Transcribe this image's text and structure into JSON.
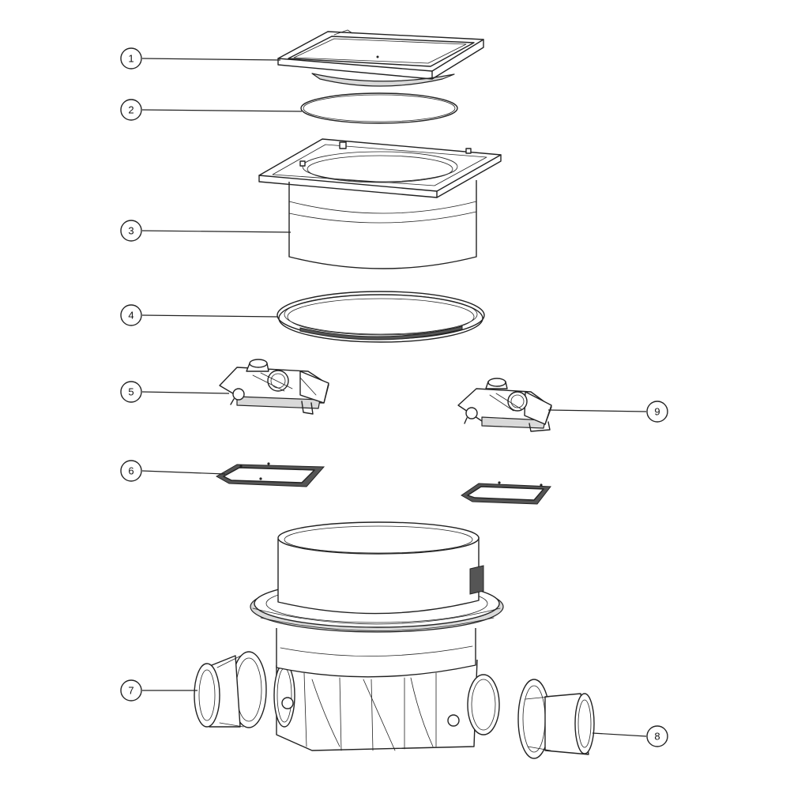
{
  "callouts": [
    {
      "id": "c1",
      "label": "1"
    },
    {
      "id": "c2",
      "label": "2"
    },
    {
      "id": "c3",
      "label": "3"
    },
    {
      "id": "c4",
      "label": "4"
    },
    {
      "id": "c5",
      "label": "5"
    },
    {
      "id": "c6",
      "label": "6"
    },
    {
      "id": "c7",
      "label": "7"
    },
    {
      "id": "c8",
      "label": "8"
    },
    {
      "id": "c9",
      "label": "9"
    }
  ],
  "colors": {
    "ink": "#222222",
    "background": "#ffffff",
    "shade": "#d9d9d9"
  }
}
